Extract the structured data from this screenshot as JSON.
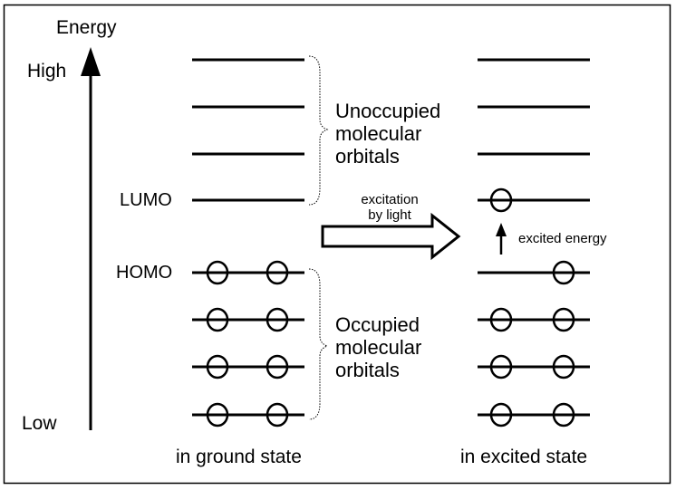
{
  "axis": {
    "title": "Energy",
    "high_label": "High",
    "low_label": "Low"
  },
  "levels": {
    "lumo_label": "LUMO",
    "homo_label": "HOMO"
  },
  "brackets": {
    "unoccupied": [
      "Unoccupied",
      "molecular",
      "orbitals"
    ],
    "occupied": [
      "Occupied",
      "molecular",
      "orbitals"
    ]
  },
  "transition": {
    "label_line1": "excitation",
    "label_line2": "by light",
    "excited_energy_label": "excited energy"
  },
  "states": {
    "ground": "in ground state",
    "excited": "in excited state"
  },
  "diagram": {
    "orbital_count": 8,
    "ground_electrons_per_level": [
      0,
      0,
      0,
      0,
      2,
      2,
      2,
      2
    ],
    "excited_electrons": [
      [],
      [],
      [],
      [
        "left"
      ],
      [
        "right"
      ],
      [
        "left",
        "right"
      ],
      [
        "left",
        "right"
      ],
      [
        "left",
        "right"
      ]
    ]
  }
}
